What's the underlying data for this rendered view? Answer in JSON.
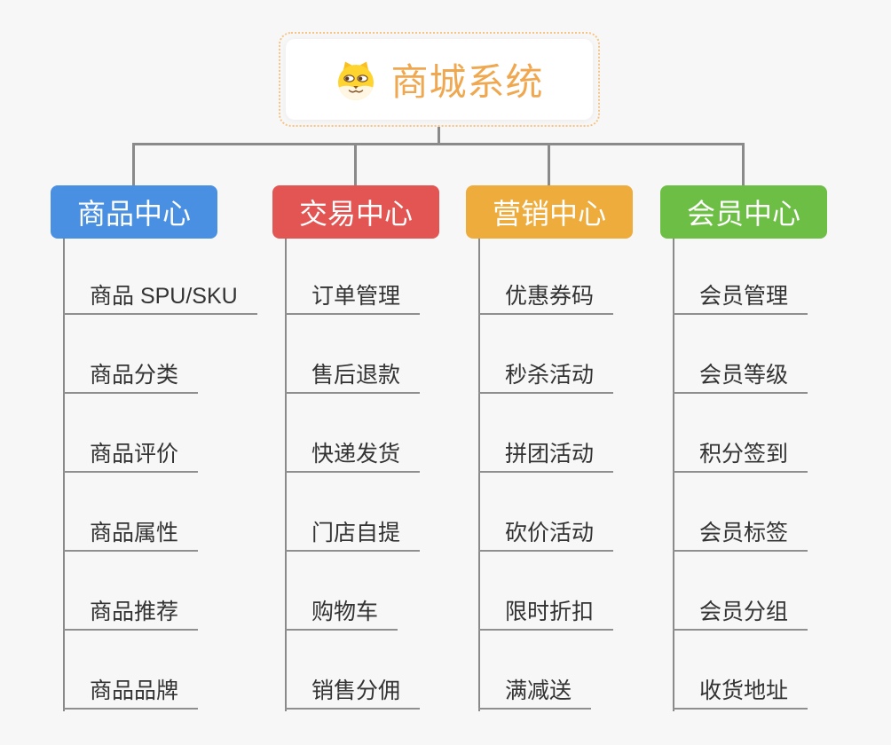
{
  "root": {
    "label": "商城系统",
    "icon": "dog-face-icon",
    "text_color": "#f0a850",
    "border_color": "#f4c584"
  },
  "branches": [
    {
      "label": "商品中心",
      "color": "#4a90e2",
      "children": [
        "商品 SPU/SKU",
        "商品分类",
        "商品评价",
        "商品属性",
        "商品推荐",
        "商品品牌"
      ]
    },
    {
      "label": "交易中心",
      "color": "#e25552",
      "children": [
        "订单管理",
        "售后退款",
        "快递发货",
        "门店自提",
        "购物车",
        "销售分佣"
      ]
    },
    {
      "label": "营销中心",
      "color": "#eeac3c",
      "children": [
        "优惠券码",
        "秒杀活动",
        "拼团活动",
        "砍价活动",
        "限时折扣",
        "满减送"
      ]
    },
    {
      "label": "会员中心",
      "color": "#6dbe45",
      "children": [
        "会员管理",
        "会员等级",
        "积分签到",
        "会员标签",
        "会员分组",
        "收货地址"
      ]
    }
  ],
  "style": {
    "background_color": "#f7f7f7",
    "connector_color": "#8a8a8a",
    "leaf_text_color": "#333333",
    "branch_text_color": "#ffffff"
  }
}
